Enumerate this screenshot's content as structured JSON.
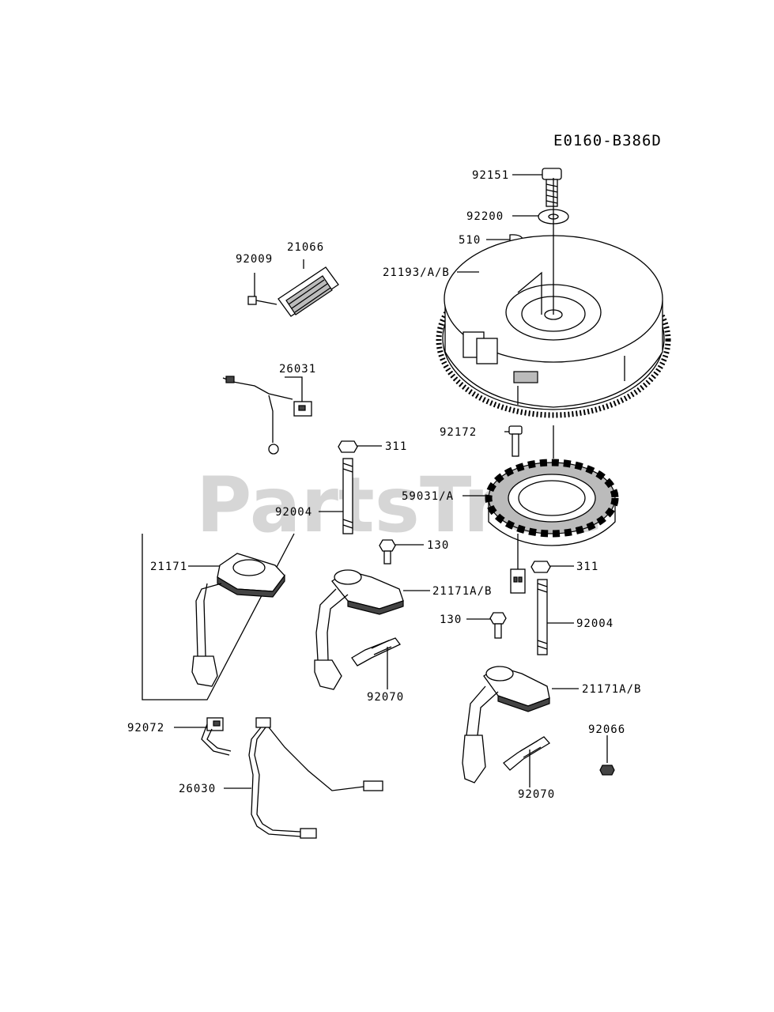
{
  "diagram": {
    "code": "E0160-B386D",
    "watermark": "PartsTree",
    "callouts": {
      "p92151": "92151",
      "p92200": "92200",
      "p510": "510",
      "p21193": "21193/A/B",
      "p92009": "92009",
      "p21066": "21066",
      "p26031": "26031",
      "p311a": "311",
      "p92172": "92172",
      "p59031": "59031/A",
      "p92004a": "92004",
      "p130a": "130",
      "p21171": "21171",
      "p21171ab1": "21171A/B",
      "p311b": "311",
      "p130b": "130",
      "p92004b": "92004",
      "p92070a": "92070",
      "p21171ab2": "21171A/B",
      "p92072": "92072",
      "p92066": "92066",
      "p26030": "26030",
      "p92070b": "92070"
    }
  }
}
